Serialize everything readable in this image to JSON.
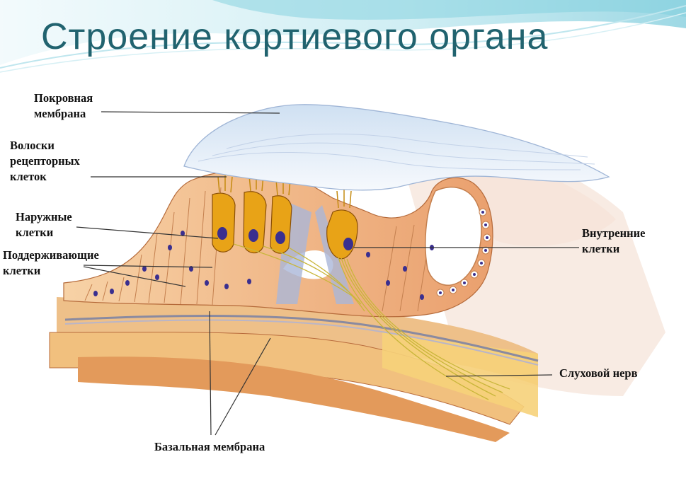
{
  "title": "Строение кортиевого органа",
  "labels": {
    "tectorial": [
      "Покровная",
      "мембрана"
    ],
    "hairs": [
      "Волоски",
      "рецепторных",
      "клеток"
    ],
    "outer": [
      "Наружные",
      "клетки"
    ],
    "supporting": [
      "Поддерживающие",
      "клетки"
    ],
    "inner": [
      "Внутренние",
      "клетки"
    ],
    "nerve": "Слуховой нерв",
    "basilar": "Базальная мембрана"
  },
  "colors": {
    "title": "#21636f",
    "header_wave": "#5fc3d6",
    "tissue": "#e9a072",
    "tissue_light": "#f3c596",
    "hair_cell": "#e8a317",
    "nucleus": "#3a2f8f",
    "membrane": "#d9e6f4"
  }
}
